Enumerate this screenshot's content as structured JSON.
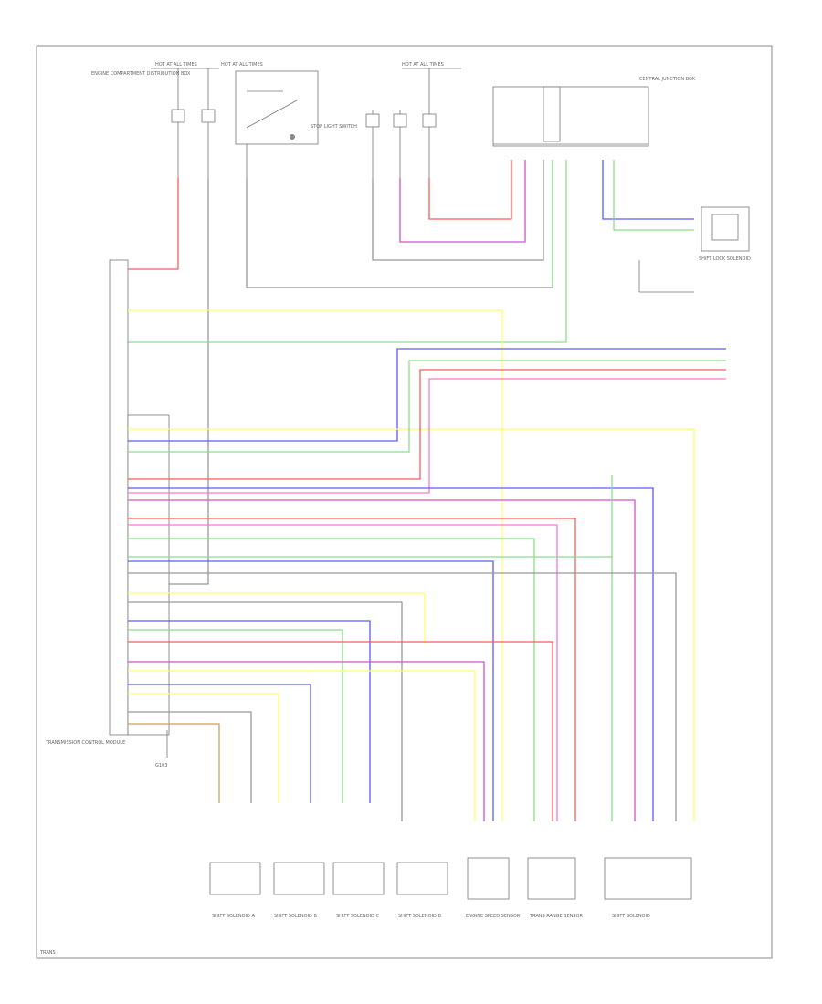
{
  "wiring_diagram": {
    "hot_labels": [
      "HOT AT ALL TIMES",
      "HOT AT ALL TIMES",
      "HOT AT ALL TIMES"
    ],
    "components": {
      "fuse_block": "ENGINE COMPARTMENT DISTRIBUTION BOX",
      "stop_light_switch": "STOP LIGHT SWITCH",
      "central_junction": "CENTRAL JUNCTION BOX",
      "shift_lock": "SHIFT LOCK SOLENOID",
      "module": "TRANSMISSION CONTROL MODULE",
      "ground": "G103",
      "speed_sensor": "ENGINE SPEED SENSOR",
      "range_sensor": "TRANS RANGE SENSOR",
      "shift_solenoid": "SHIFT SOLENOID",
      "sol_a": "SHIFT SOLENOID A",
      "sol_b": "SHIFT SOLENOID B",
      "sol_c": "SHIFT SOLENOID C",
      "sol_d": "SHIFT SOLENOID D",
      "page_ref": "TRANS"
    }
  }
}
